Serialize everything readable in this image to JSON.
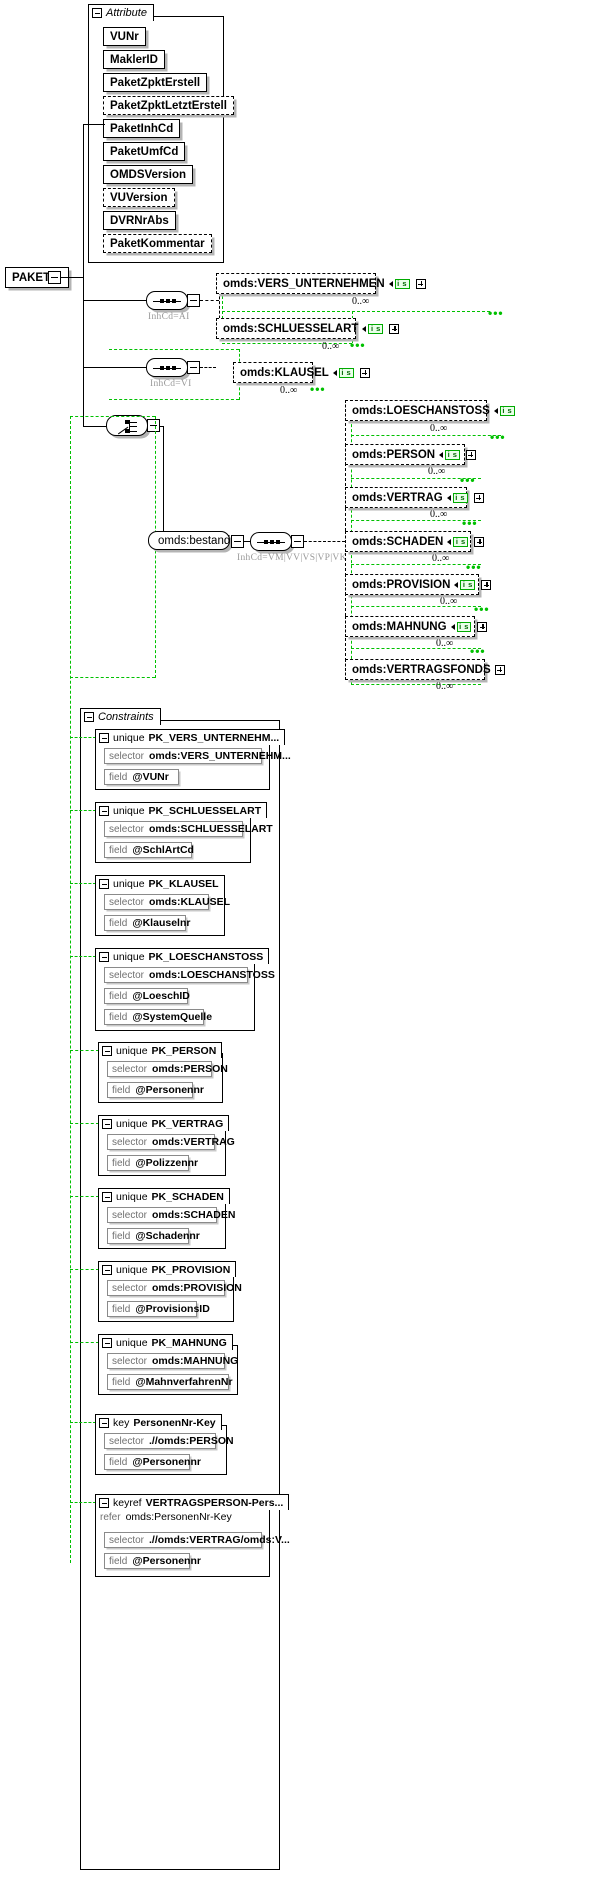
{
  "diagram": {
    "type": "xsd-schema-diagram",
    "root_element": "PAKET"
  },
  "attribute_group": {
    "title": "Attribute",
    "toggle": "minus-icon",
    "items": [
      {
        "name": "VUNr",
        "optional": false
      },
      {
        "name": "MaklerID",
        "optional": false
      },
      {
        "name": "PaketZpktErstell",
        "optional": false
      },
      {
        "name": "PaketZpktLetztErstell",
        "optional": true
      },
      {
        "name": "PaketInhCd",
        "optional": false
      },
      {
        "name": "PaketUmfCd",
        "optional": false
      },
      {
        "name": "OMDSVersion",
        "optional": false
      },
      {
        "name": "VUVersion",
        "optional": true
      },
      {
        "name": "DVRNrAbs",
        "optional": false
      },
      {
        "name": "PaketKommentar",
        "optional": true
      }
    ]
  },
  "root": {
    "label": "PAKET"
  },
  "branches": [
    {
      "id": "seq-ai",
      "compositor": "sequence",
      "annotation": "InhCd=AI"
    },
    {
      "id": "seq-vi",
      "compositor": "sequence",
      "annotation": "InhCd=VI"
    },
    {
      "id": "choice",
      "compositor": "choice",
      "annotation": ""
    }
  ],
  "bestand": {
    "label": "omds:bestand",
    "annotation": "InhCd=VM|VV|VS|VP|VK"
  },
  "elements_ai": [
    {
      "name": "omds:VERS_UNTERNEHMEN",
      "badge": "i s",
      "cardinality": "0..∞"
    },
    {
      "name": "omds:SCHLUESSELART",
      "badge": "i s",
      "cardinality": "0..∞"
    }
  ],
  "elements_vi": [
    {
      "name": "omds:KLAUSEL",
      "badge": "i s",
      "cardinality": "0..∞"
    }
  ],
  "elements_bestand": [
    {
      "name": "omds:LOESCHANSTOSS",
      "badge": "i s",
      "cardinality": "0..∞"
    },
    {
      "name": "omds:PERSON",
      "badge": "i s",
      "cardinality": "0..∞"
    },
    {
      "name": "omds:VERTRAG",
      "badge": "i s",
      "cardinality": "0..∞"
    },
    {
      "name": "omds:SCHADEN",
      "badge": "i s",
      "cardinality": "0..∞"
    },
    {
      "name": "omds:PROVISION",
      "badge": "i s",
      "cardinality": "0..∞"
    },
    {
      "name": "omds:MAHNUNG",
      "badge": "i s",
      "cardinality": "0..∞"
    },
    {
      "name": "omds:VERTRAGSFONDS",
      "badge": "",
      "cardinality": "0..∞"
    }
  ],
  "constraints_group": {
    "title": "Constraints",
    "toggle": "minus-icon",
    "items": [
      {
        "kind": "unique",
        "name": "PK_VERS_UNTERNEHM...",
        "rows": [
          {
            "label": "selector",
            "value": "omds:VERS_UNTERNEHM..."
          },
          {
            "label": "field",
            "value": "@VUNr"
          }
        ]
      },
      {
        "kind": "unique",
        "name": "PK_SCHLUESSELART",
        "rows": [
          {
            "label": "selector",
            "value": "omds:SCHLUESSELART"
          },
          {
            "label": "field",
            "value": "@SchlArtCd"
          }
        ]
      },
      {
        "kind": "unique",
        "name": "PK_KLAUSEL",
        "rows": [
          {
            "label": "selector",
            "value": "omds:KLAUSEL"
          },
          {
            "label": "field",
            "value": "@Klauselnr"
          }
        ]
      },
      {
        "kind": "unique",
        "name": "PK_LOESCHANSTOSS",
        "rows": [
          {
            "label": "selector",
            "value": "omds:LOESCHANSTOSS"
          },
          {
            "label": "field",
            "value": "@LoeschID"
          },
          {
            "label": "field",
            "value": "@SystemQuelle"
          }
        ]
      },
      {
        "kind": "unique",
        "name": "PK_PERSON",
        "rows": [
          {
            "label": "selector",
            "value": "omds:PERSON"
          },
          {
            "label": "field",
            "value": "@Personennr"
          }
        ]
      },
      {
        "kind": "unique",
        "name": "PK_VERTRAG",
        "rows": [
          {
            "label": "selector",
            "value": "omds:VERTRAG"
          },
          {
            "label": "field",
            "value": "@Polizzennr"
          }
        ]
      },
      {
        "kind": "unique",
        "name": "PK_SCHADEN",
        "rows": [
          {
            "label": "selector",
            "value": "omds:SCHADEN"
          },
          {
            "label": "field",
            "value": "@Schadennr"
          }
        ]
      },
      {
        "kind": "unique",
        "name": "PK_PROVISION",
        "rows": [
          {
            "label": "selector",
            "value": "omds:PROVISION"
          },
          {
            "label": "field",
            "value": "@ProvisionsID"
          }
        ]
      },
      {
        "kind": "unique",
        "name": "PK_MAHNUNG",
        "rows": [
          {
            "label": "selector",
            "value": "omds:MAHNUNG"
          },
          {
            "label": "field",
            "value": "@MahnverfahrenNr"
          }
        ]
      },
      {
        "kind": "key",
        "name": "PersonenNr-Key",
        "rows": [
          {
            "label": "selector",
            "value": ".//omds:PERSON"
          },
          {
            "label": "field",
            "value": "@Personennr"
          }
        ]
      },
      {
        "kind": "keyref",
        "name": "VERTRAGSPERSON-Pers...",
        "refer": {
          "label": "refer",
          "value": "omds:PersonenNr-Key"
        },
        "rows": [
          {
            "label": "selector",
            "value": ".//omds:VERTRAG/omds:V..."
          },
          {
            "label": "field",
            "value": "@Personennr"
          }
        ]
      }
    ]
  },
  "colors": {
    "green": "#00c000",
    "shadow": "#b4b4b4",
    "annotation_gray": "#9a9a9a"
  }
}
